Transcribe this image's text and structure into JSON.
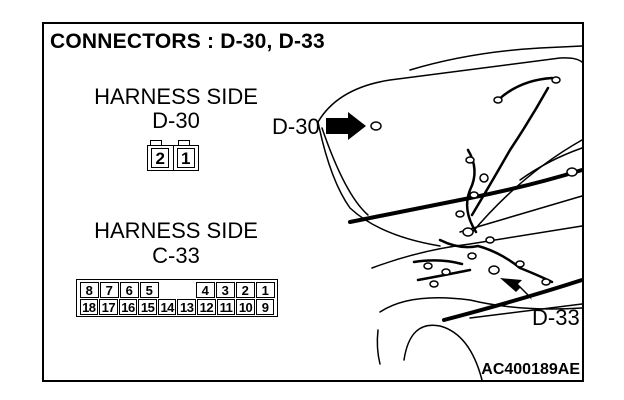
{
  "title": "CONNECTORS : D-30, D-33",
  "harness_d30": {
    "heading": "HARNESS SIDE",
    "connector": "D-30",
    "pins": [
      "2",
      "1"
    ]
  },
  "harness_c33": {
    "heading": "HARNESS SIDE",
    "connector": "C-33",
    "top_row": [
      "8",
      "7",
      "6",
      "5",
      "",
      "",
      "4",
      "3",
      "2",
      "1"
    ],
    "bottom_row": [
      "18",
      "17",
      "16",
      "15",
      "14",
      "13",
      "12",
      "11",
      "10",
      "9"
    ]
  },
  "callouts": {
    "d30": "D-30",
    "d33": "D-33"
  },
  "figure_id": "AC400189AE"
}
